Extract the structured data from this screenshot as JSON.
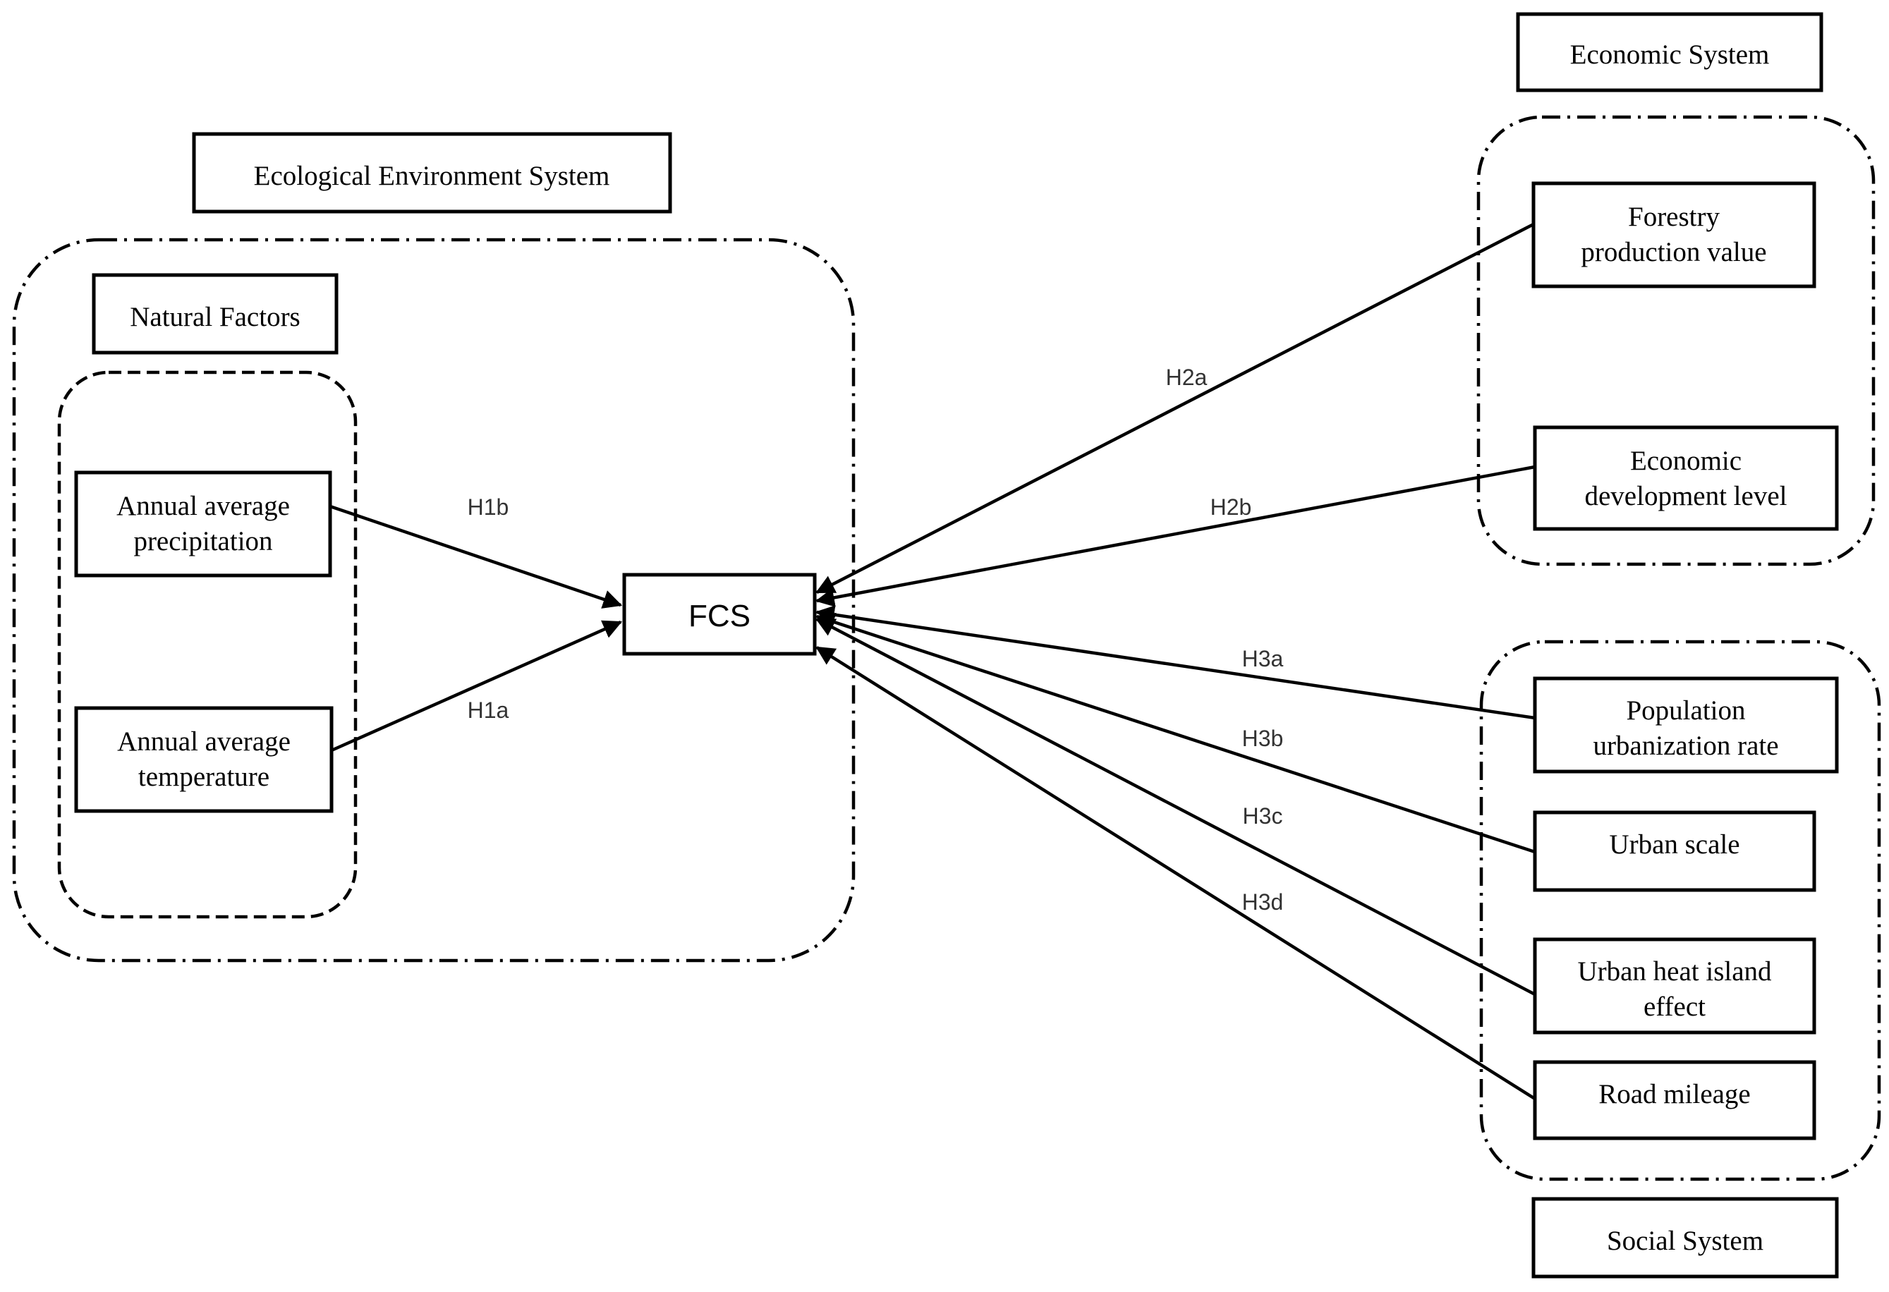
{
  "groups": {
    "ecological": "Ecological Environment System",
    "natural": "Natural Factors",
    "economic": "Economic System",
    "social": "Social System"
  },
  "center": "FCS",
  "nodes": {
    "precipitation": [
      "Annual average",
      "precipitation"
    ],
    "temperature": [
      "Annual average",
      "temperature"
    ],
    "forestry": [
      "Forestry",
      "production value"
    ],
    "economic_dev": [
      "Economic",
      "development level"
    ],
    "population": [
      "Population",
      "urbanization rate"
    ],
    "urban_scale": [
      "Urban scale"
    ],
    "heat_island": [
      "Urban heat island",
      "effect"
    ],
    "road": [
      "Road mileage"
    ]
  },
  "hypotheses": {
    "h1b": "H1b",
    "h1a": "H1a",
    "h2a": "H2a",
    "h2b": "H2b",
    "h3a": "H3a",
    "h3b": "H3b",
    "h3c": "H3c",
    "h3d": "H3d"
  }
}
